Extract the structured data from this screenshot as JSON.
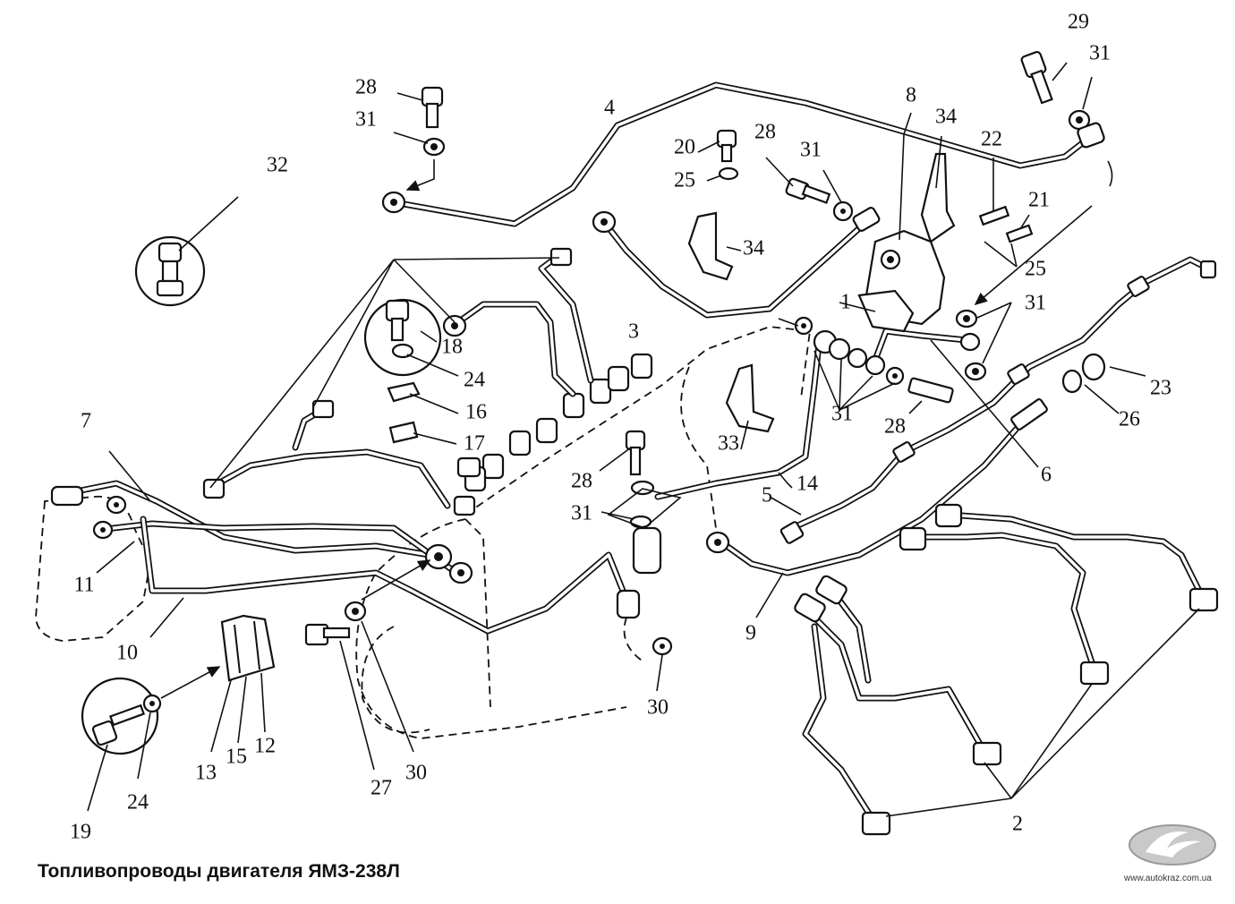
{
  "title": "Топливопроводы двигателя ЯМЗ-238Л",
  "website": "www.autokraz.com.ua",
  "callouts": [
    "1",
    "2",
    "3",
    "4",
    "5",
    "6",
    "7",
    "8",
    "9",
    "10",
    "11",
    "12",
    "13",
    "14",
    "15",
    "16",
    "17",
    "18",
    "19",
    "20",
    "21",
    "22",
    "23",
    "24",
    "24",
    "25",
    "25",
    "26",
    "27",
    "28",
    "28",
    "28",
    "28",
    "29",
    "30",
    "30",
    "31",
    "31",
    "31",
    "31",
    "31",
    "31",
    "32",
    "33",
    "34",
    "34"
  ]
}
